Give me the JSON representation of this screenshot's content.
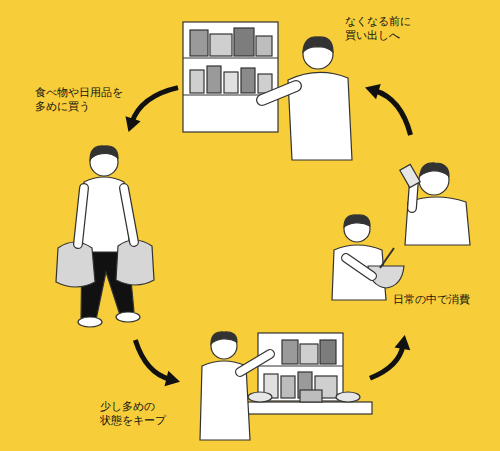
{
  "diagram": {
    "nodes": [
      {
        "text": [
          "なくなる前に 買い出しへ"
        ]
      },
      {
        "text": [
          "食べ物や日用品を 多めに買う"
        ]
      },
      {
        "text": [
          "少し多めの 状態をキープ"
        ]
      },
      {
        "text": [
          "日常の中で消費"
        ]
      }
    ],
    "edges": [
      {
        "from": 0,
        "to": 1,
        "arrow": "to"
      },
      {
        "from": 1,
        "to": 2,
        "arrow": "to"
      },
      {
        "from": 2,
        "to": 3,
        "arrow": "to"
      },
      {
        "from": 3,
        "to": 0,
        "arrow": "to"
      }
    ]
  }
}
